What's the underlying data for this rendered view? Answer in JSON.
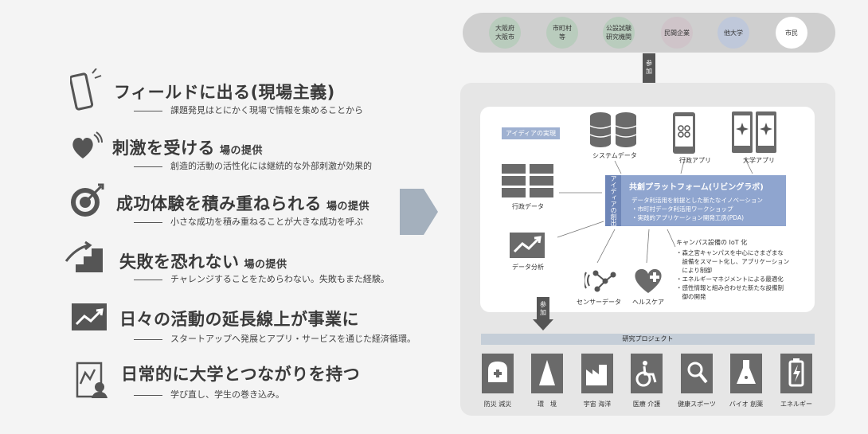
{
  "field_items": [
    {
      "title": "フィールドに出る(現場主義)",
      "suffix": "",
      "sub": "課題発見はとにかく現場で情報を集めることから",
      "icon": "smartphone-icon"
    },
    {
      "title": "刺激を受ける",
      "suffix": "場の提供",
      "sub": "創造的活動の活性化には継続的な外部刺激が効果的",
      "icon": "heart-icon"
    },
    {
      "title": "成功体験を積み重ねられる",
      "suffix": "場の提供",
      "sub": "小さな成功を積み重ねることが大きな成功を呼ぶ",
      "icon": "target-icon"
    },
    {
      "title": "失敗を恐れない",
      "suffix": "場の提供",
      "sub": "チャレンジすることをためらわない。失敗もまた経験。",
      "icon": "stairs-icon"
    },
    {
      "title": "日々の活動の延長線上が事業に",
      "suffix": "",
      "sub": "スタートアップへ発展とアプリ・サービスを通じた経済循環。",
      "icon": "trend-chart-icon"
    },
    {
      "title": "日常的に大学とつながりを持つ",
      "suffix": "",
      "sub": "学び直し、学生の巻き込み。",
      "icon": "person-chart-icon"
    }
  ],
  "orgs": [
    {
      "label": "大阪府\n大阪市",
      "color": "#b9ccbd"
    },
    {
      "label": "市町村\n等",
      "color": "#b9ccbd"
    },
    {
      "label": "公設試験\n研究機関",
      "color": "#b9ccbd"
    },
    {
      "label": "民間企業",
      "color": "#cfc4c9"
    },
    {
      "label": "他大学",
      "color": "#bfc8da"
    },
    {
      "label": "市民",
      "color": "#ffffff"
    }
  ],
  "join_top": "参\n加",
  "join_bottom": "参\n加",
  "idea_tag": "アイディアの実現",
  "nodes": {
    "system_data": "システムデータ",
    "admin_app": "行政アプリ",
    "univ_app": "大学アプリ",
    "admin_data": "行政データ",
    "data_analysis": "データ分析",
    "sensor_data": "センサーデータ",
    "health_care": "ヘルスケア"
  },
  "platform": {
    "vertical": "アイディアの創出",
    "title": "共創プラットフォーム(リビングラボ)",
    "line1": "データ利活用を前提とした新たなイノベーション",
    "line2": "・市町村データ利活用ワークショップ",
    "line3": "・実践的アプリケーション開発工房(PDA)"
  },
  "campus": {
    "title": "キャンパス設備の IoT 化",
    "lines": [
      "・森之宮キャンパスを中心にさまざまな",
      "　設備をスマート化し、アプリケーション",
      "　により制御",
      "・エネルギーマネジメントによる最適化",
      "・感性情報と組み合わせた新たな設備制",
      "　御の開発"
    ]
  },
  "research": {
    "title": "研究プロジェクト",
    "projects": [
      {
        "label": "防災 減災",
        "icon": "disaster-icon"
      },
      {
        "label": "環　境",
        "icon": "environment-icon"
      },
      {
        "label": "宇宙 海洋",
        "icon": "factory-icon"
      },
      {
        "label": "医療 介護",
        "icon": "wheelchair-icon"
      },
      {
        "label": "健康スポーツ",
        "icon": "magnifier-icon"
      },
      {
        "label": "バイオ 創薬",
        "icon": "flask-icon"
      },
      {
        "label": "エネルギー",
        "icon": "battery-icon"
      }
    ]
  },
  "colors": {
    "accent_blue": "#8fa5cf",
    "icon_gray": "#5f5f5f",
    "arrow": "#555555"
  }
}
